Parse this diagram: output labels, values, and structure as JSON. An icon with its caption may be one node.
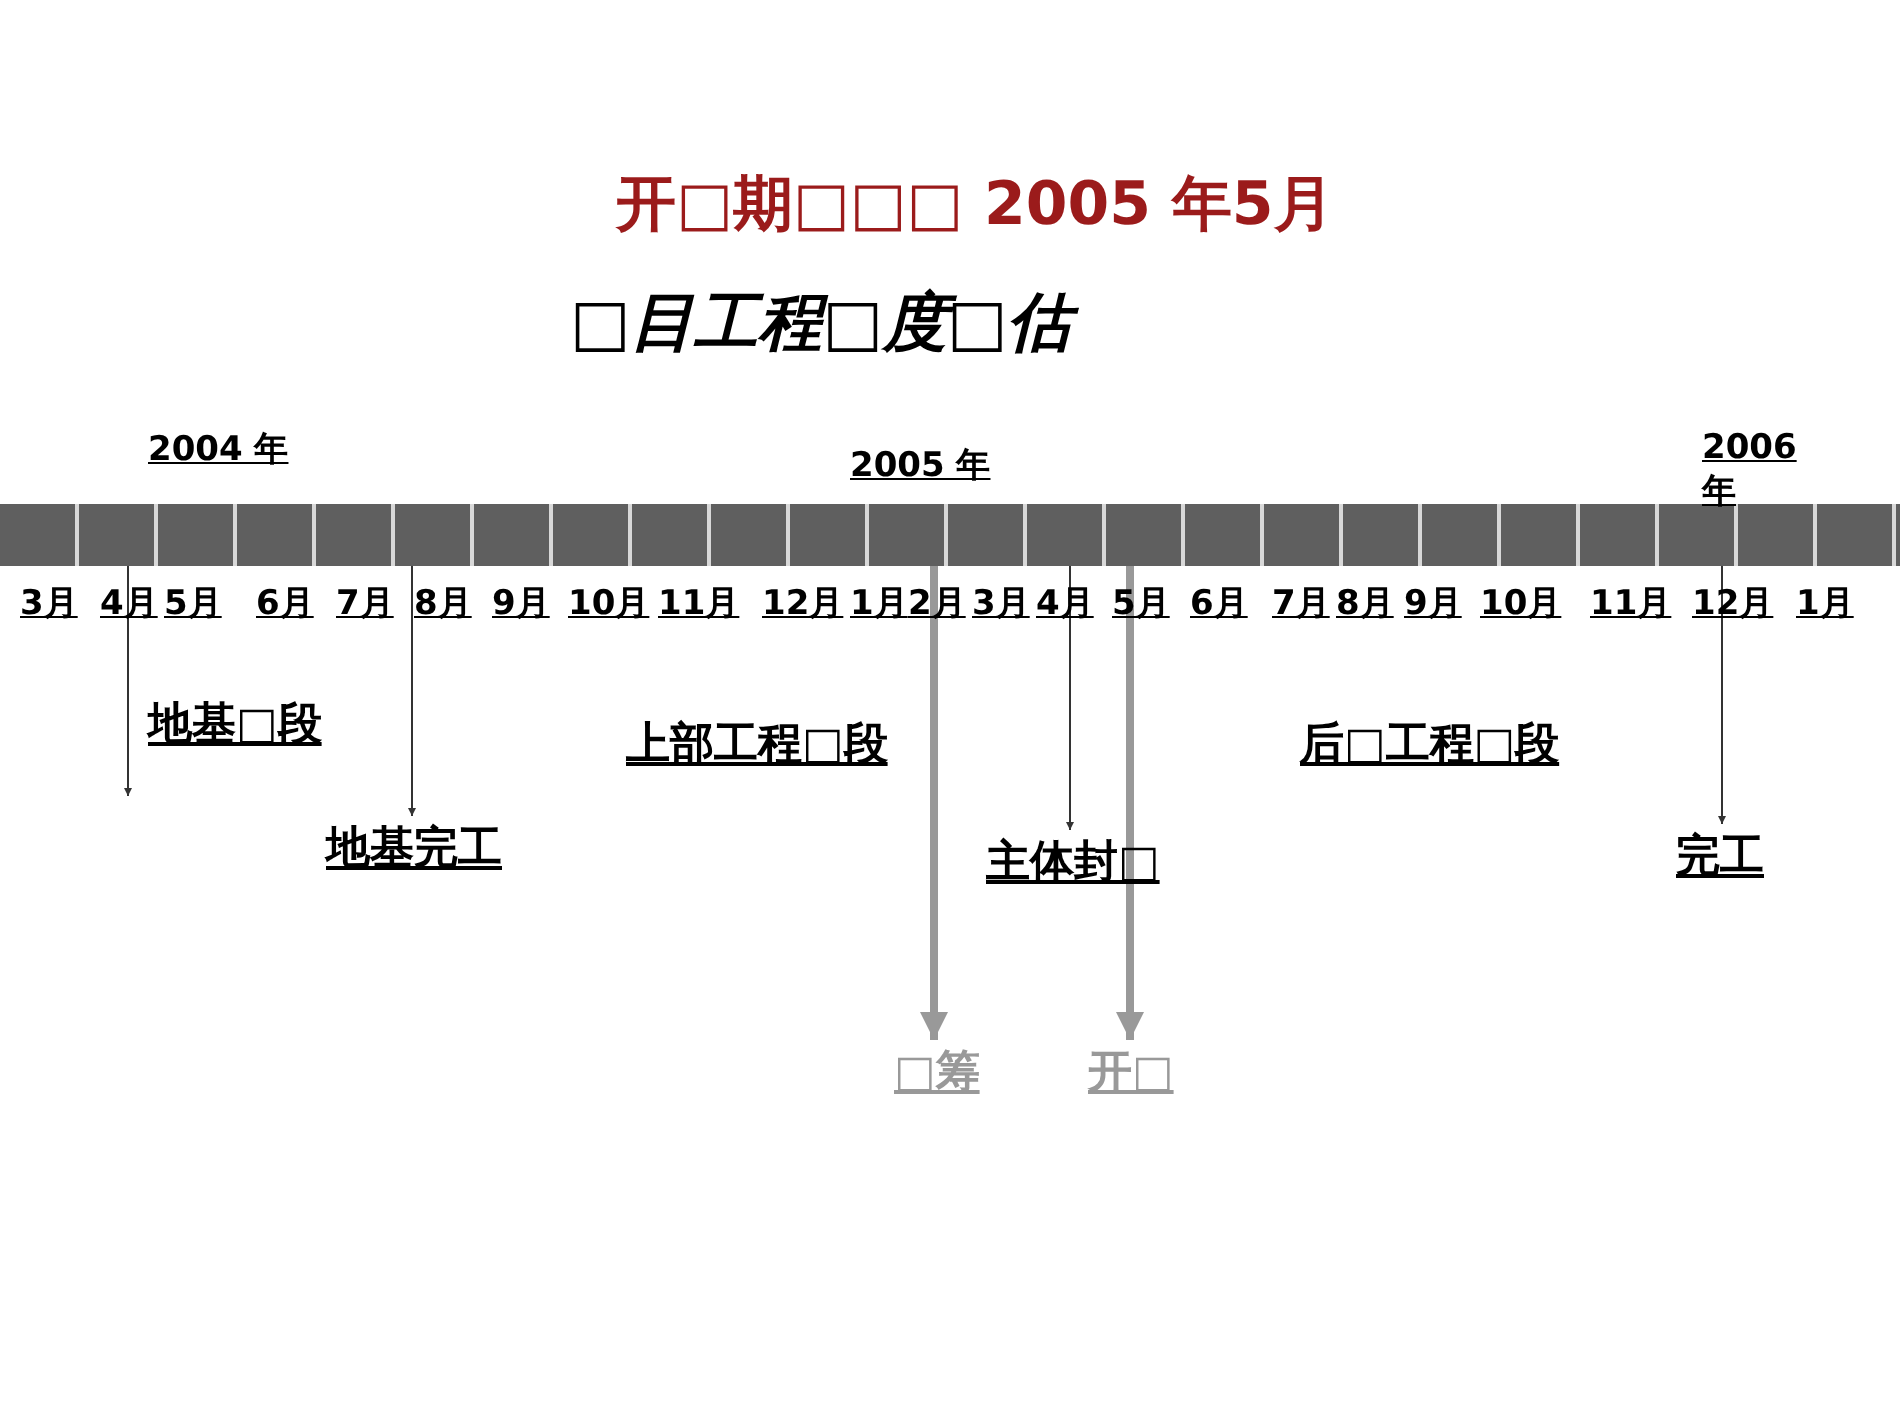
{
  "diagram": {
    "title": "开□期□□□ 2005 年5月",
    "nodes": [
      {
        "text": [],
        "shape": "bar"
      },
      {
        "text": [
          "地基完工"
        ]
      },
      {
        "text": [
          "□筹"
        ]
      },
      {
        "text": [
          "主体封□"
        ]
      },
      {
        "text": [
          "开□"
        ]
      },
      {
        "text": [
          "完工"
        ]
      }
    ],
    "edges": [
      {
        "from": 0,
        "to": null,
        "arrow": "to"
      },
      {
        "from": 0,
        "to": 1,
        "arrow": "to"
      },
      {
        "from": 0,
        "to": 2,
        "arrow": "to",
        "style": "thick",
        "color": "#999999"
      },
      {
        "from": 0,
        "to": 3,
        "arrow": "to"
      },
      {
        "from": 0,
        "to": 4,
        "arrow": "to",
        "style": "thick",
        "color": "#999999"
      },
      {
        "from": 0,
        "to": 5,
        "arrow": "to"
      }
    ],
    "labels": [
      "□目工程□度□估",
      "2004 年",
      "2005 年",
      "2006 年",
      "3月",
      "4月",
      "5月",
      "6月",
      "7月",
      "8月",
      "9月",
      "10月",
      "11月",
      "12月",
      "1月",
      "2月",
      "3月",
      "4月",
      "5月",
      "6月",
      "7月",
      "8月",
      "9月",
      "10月",
      "11月",
      "12月",
      "1月",
      "地基□段",
      "上部工程□段",
      "后□工程□段"
    ]
  }
}
